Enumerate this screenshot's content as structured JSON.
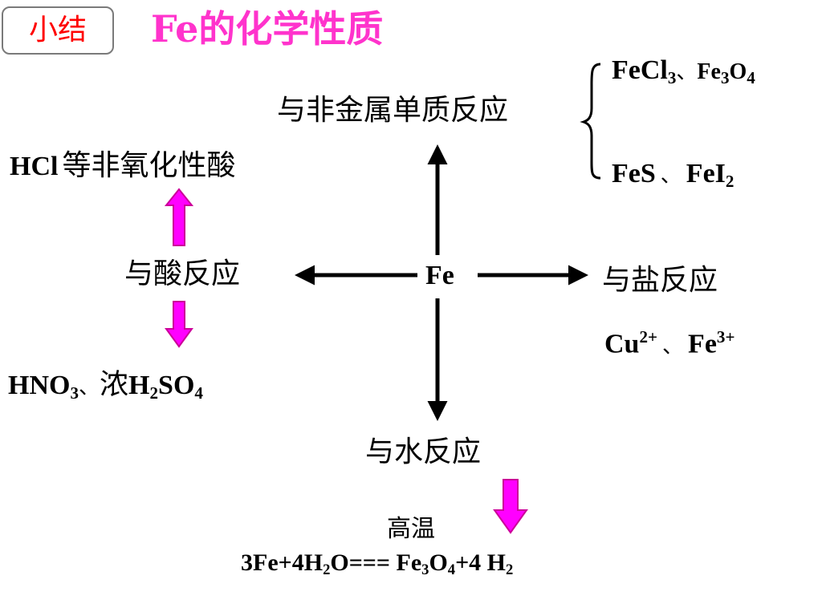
{
  "header": {
    "badge": "小结",
    "title": "Fe的化学性质"
  },
  "center": {
    "label": "Fe"
  },
  "branches": {
    "up": {
      "label": "与非金属单质反应",
      "products": {
        "line1": {
          "a": "FeCl",
          "a_sub": "3",
          "sep": "、",
          "b": "Fe",
          "b_sub1": "3",
          "b_mid": "O",
          "b_sub2": "4"
        },
        "line2": {
          "a": "FeS",
          "sep": "、",
          "b": "FeI",
          "b_sub": "2"
        }
      }
    },
    "left": {
      "label": "与酸反应",
      "top_note": "等非氧化性酸",
      "top_note_formula": "HCl",
      "bottom": {
        "a": "HNO",
        "a_sub": "3",
        "sep": "、",
        "b_prefix": "浓",
        "b": "H",
        "b_sub1": "2",
        "b_mid": "SO",
        "b_sub2": "4"
      }
    },
    "right": {
      "label": "与盐反应",
      "ions": {
        "a": "Cu",
        "a_sup": "2+",
        "sep": "、",
        "b": "Fe",
        "b_sup": "3+"
      }
    },
    "down": {
      "label": "与水反应",
      "condition": "高温",
      "equation": {
        "p1": "3Fe+4H",
        "s1": "2",
        "p2": "O=== Fe",
        "s2": "3",
        "p3": "O",
        "s3": "4",
        "p4": "+4 H",
        "s4": "2"
      }
    }
  },
  "colors": {
    "title": "#ff33cc",
    "badge_text": "#ff0000",
    "pink_arrow": "#ff00ff",
    "pink_arrow_stroke": "#cc0099",
    "black": "#000000"
  }
}
